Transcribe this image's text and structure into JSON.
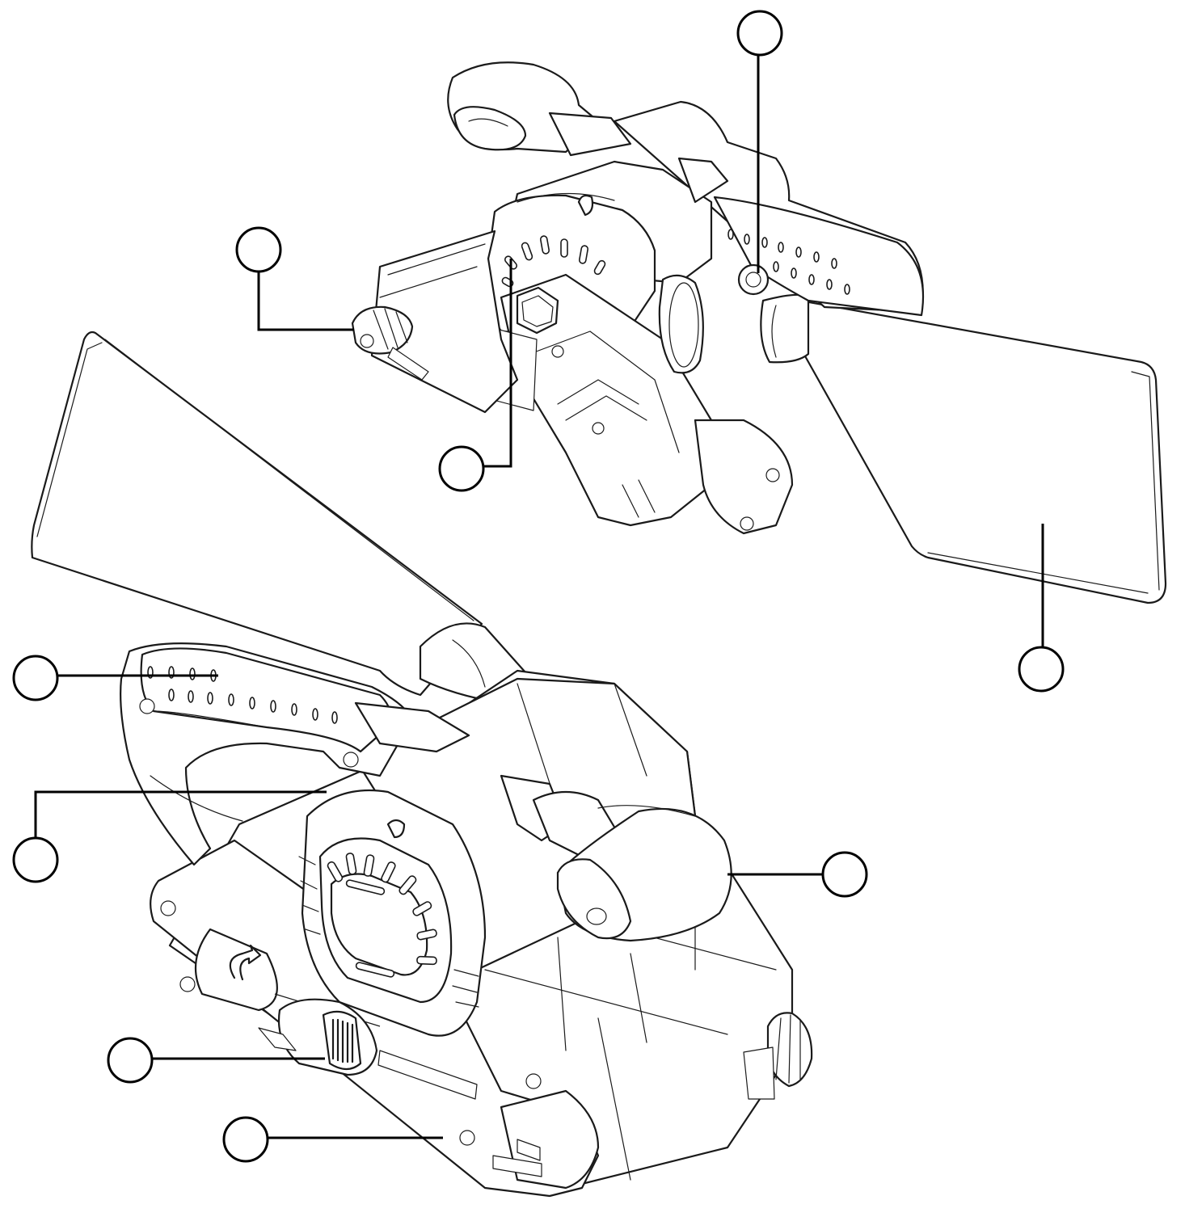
{
  "callouts": [
    {
      "id": "c1",
      "num": ""
    },
    {
      "id": "c2",
      "num": ""
    },
    {
      "id": "c3",
      "num": ""
    },
    {
      "id": "c4",
      "num": ""
    },
    {
      "id": "c5",
      "num": ""
    },
    {
      "id": "c6",
      "num": ""
    },
    {
      "id": "c7",
      "num": ""
    },
    {
      "id": "c8",
      "num": ""
    },
    {
      "id": "c9",
      "num": ""
    },
    {
      "id": "c10",
      "num": ""
    }
  ],
  "colors": {
    "line": "#1a1a1a",
    "leader": "#000000",
    "background": "#ffffff"
  }
}
